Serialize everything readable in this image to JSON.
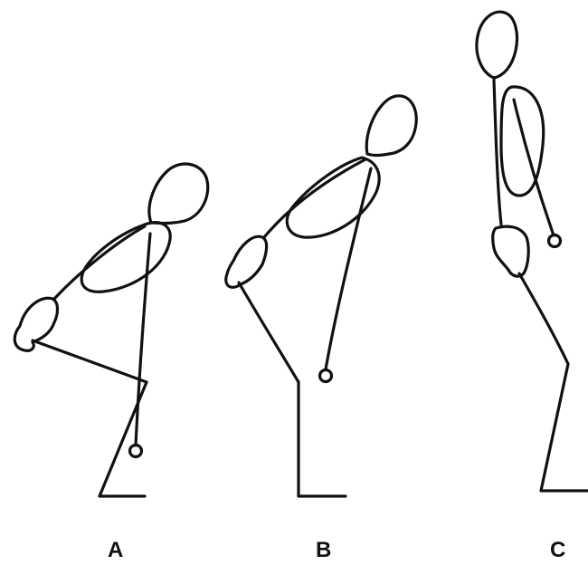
{
  "figure": {
    "figures": [
      {
        "id": "a",
        "label": "A"
      },
      {
        "id": "b",
        "label": "B"
      },
      {
        "id": "c",
        "label": "C"
      }
    ]
  }
}
